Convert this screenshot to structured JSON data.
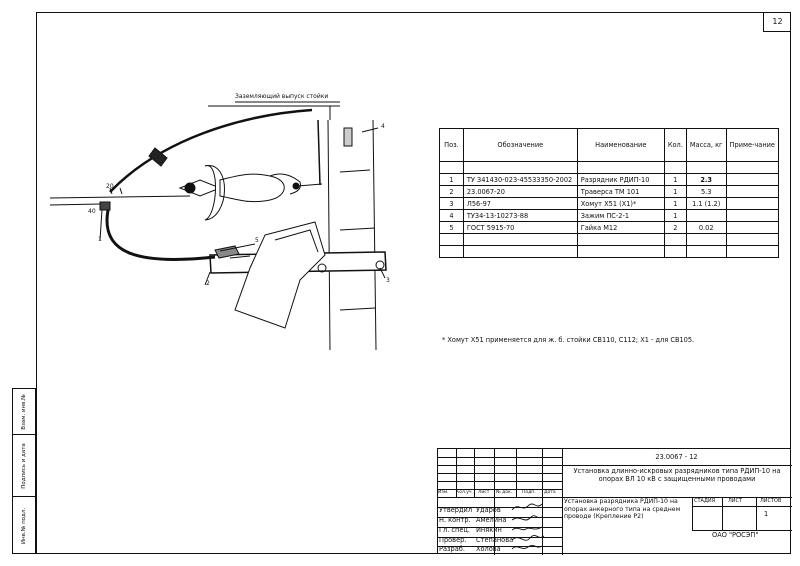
{
  "sheet": {
    "number": "12"
  },
  "sidebar": {
    "cells": [
      "Взам. инв.№",
      "Подпись и дата",
      "Инв.№ подл."
    ]
  },
  "drawing": {
    "callouts": [
      "1",
      "2",
      "3",
      "4",
      "5",
      "20",
      "40"
    ],
    "ground_label": "Заземляющий выпуск стойки"
  },
  "spec_table": {
    "headers": [
      "Поз.",
      "Обозначение",
      "Наименование",
      "Кол.",
      "Масса, кг",
      "Приме-чание"
    ],
    "rows": [
      {
        "pos": "1",
        "code": "ТУ 341430-023-45533350-2002",
        "name": "Разрядник РДИП-10",
        "qty": "1",
        "mass": "2.3",
        "note": ""
      },
      {
        "pos": "2",
        "code": "23.0067-20",
        "name": "Траверса ТМ 101",
        "qty": "1",
        "mass": "5.3",
        "note": ""
      },
      {
        "pos": "3",
        "code": "Л56-97",
        "name": "Хомут Х51 (Х1)*",
        "qty": "1",
        "mass": "1.1 (1.2)",
        "note": ""
      },
      {
        "pos": "4",
        "code": "ТУ34-13-10273-88",
        "name": "Зажим ПС-2-1",
        "qty": "1",
        "mass": "",
        "note": ""
      },
      {
        "pos": "5",
        "code": "ГОСТ 5915-70",
        "name": "Гайка М12",
        "qty": "2",
        "mass": "0.02",
        "note": ""
      }
    ]
  },
  "note": "*  Хомут Х51 применяется для ж. б. стойки СВ110, С112; Х1 - для СВ105.",
  "title_block": {
    "doc_code": "23.0067 - 12",
    "title_main": "Установка длинно-искровых разрядников типа РДИП-10 на опорах ВЛ 10 кВ с защищенными проводами",
    "title_sub": "Установка разрядника РДИП-10 на опорах анкерного типа на среднем проводе (Крепление Р2)",
    "col_headers": [
      "Изм.",
      "Кол.уч",
      "Лист",
      "№ док.",
      "Подп.",
      "Дата"
    ],
    "stage_headers": [
      "СТАДИЯ",
      "ЛИСТ",
      "ЛИСТОВ"
    ],
    "sheet": "1",
    "org": "ОАО \"РОСЭП\"",
    "roles": [
      {
        "role": "Утвердил",
        "name": "Ударов"
      },
      {
        "role": "Н. контр.",
        "name": "Амелина"
      },
      {
        "role": "Гл. спец.",
        "name": "Инякин"
      },
      {
        "role": "Провер.",
        "name": "Степанова"
      },
      {
        "role": "Разраб.",
        "name": "Холова"
      }
    ]
  }
}
